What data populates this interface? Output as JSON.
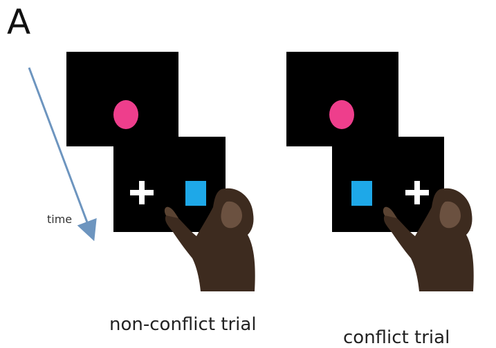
{
  "panel": {
    "letter": "A"
  },
  "timeline": {
    "label": "time"
  },
  "trials": [
    {
      "caption": "non-conflict trial",
      "response_screen": {
        "left_item": "cross",
        "right_item": "square"
      }
    },
    {
      "caption": "conflict trial",
      "response_screen": {
        "left_item": "square",
        "right_item": "cross"
      }
    }
  ],
  "colors": {
    "screen": "#000000",
    "cue_dot": "#ee3e8c",
    "square": "#1ea8e8",
    "cross": "#ffffff",
    "arrow": "#6d95bf"
  }
}
